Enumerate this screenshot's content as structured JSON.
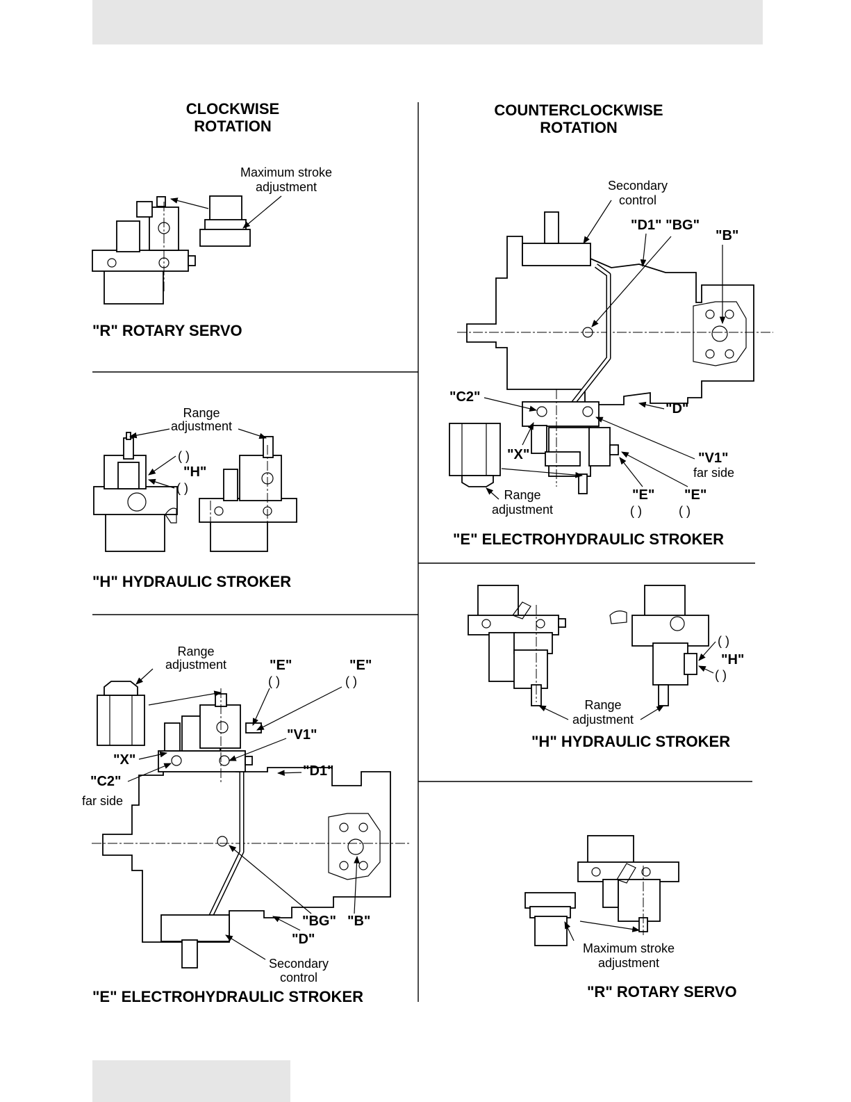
{
  "header_band": "",
  "footer_band": "",
  "left": {
    "heading": [
      "CLOCKWISE",
      "ROTATION"
    ],
    "rotary": {
      "callout": [
        "Maximum stroke",
        "adjustment"
      ],
      "title": "\"R\" ROTARY SERVO"
    },
    "hydraulic": {
      "callout": [
        "Range",
        "adjustment"
      ],
      "port_h": "\"H\"",
      "paren_top": "(      )",
      "paren_bottom": "(       )",
      "title": "\"H\" HYDRAULIC STROKER"
    },
    "electro": {
      "callout_range": [
        "Range",
        "adjustment"
      ],
      "port_e1": "\"E\"",
      "port_e2": "\"E\"",
      "paren_e1": "(      )",
      "paren_e2": "(       )",
      "port_v1": "\"V1\"",
      "port_x": "\"X\"",
      "port_d1": "\"D1\"",
      "port_c2": "\"C2\"",
      "c2_note": "far side",
      "port_bg": "\"BG\"",
      "port_b": "\"B\"",
      "port_d": "\"D\"",
      "callout_secondary": [
        "Secondary",
        "control"
      ],
      "title": "\"E\" ELECTROHYDRAULIC STROKER"
    }
  },
  "right": {
    "heading": [
      "COUNTERCLOCKWISE",
      "ROTATION"
    ],
    "electro": {
      "callout_secondary": [
        "Secondary",
        "control"
      ],
      "port_d1_bg": "\"D1\" \"BG\"",
      "port_b": "\"B\"",
      "port_c2": "\"C2\"",
      "port_d": "\"D\"",
      "port_x": "\"X\"",
      "port_v1": "\"V1\"",
      "v1_note": "far side",
      "callout_range": [
        "Range",
        "adjustment"
      ],
      "port_e1": "\"E\"",
      "port_e2": "\"E\"",
      "paren_e1": "(      )",
      "paren_e2": "(       )",
      "title": "\"E\" ELECTROHYDRAULIC STROKER"
    },
    "hydraulic": {
      "callout": [
        "Range",
        "adjustment"
      ],
      "port_h": "\"H\"",
      "paren_top": "(      )",
      "paren_bottom": "(       )",
      "title": "\"H\" HYDRAULIC STROKER"
    },
    "rotary": {
      "callout": [
        "Maximum stroke",
        "adjustment"
      ],
      "title": "\"R\" ROTARY SERVO"
    }
  },
  "colors": {
    "band": "#e6e6e6",
    "ink": "#000000",
    "paper": "#ffffff"
  }
}
